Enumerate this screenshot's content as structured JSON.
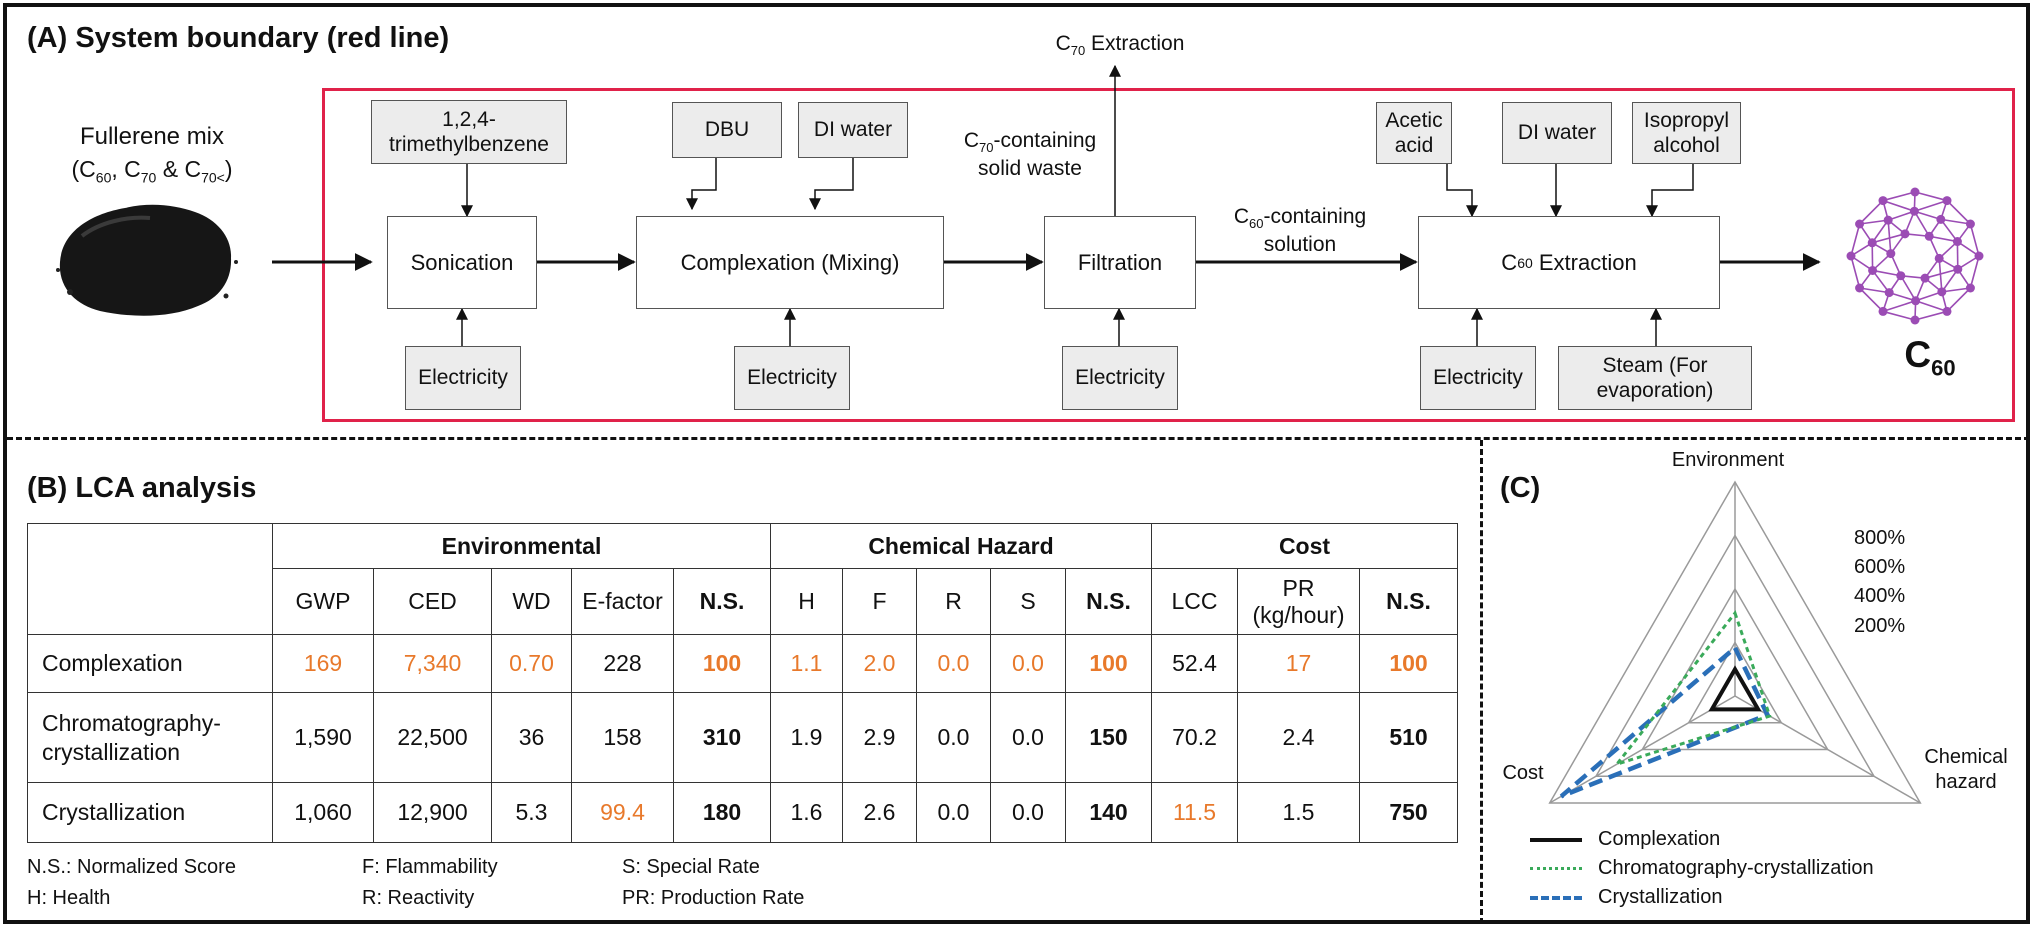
{
  "panel_a": {
    "title": "(A) System boundary (red line)",
    "feed": {
      "name": "Fullerene mix",
      "composition": "(C60, C70 & C70<)"
    },
    "process_steps": [
      "Sonication",
      "Complexation (Mixing)",
      "Filtration",
      "C60 Extraction"
    ],
    "inputs": {
      "sonication": "1,2,4-trimethylbenzene",
      "complexation_1": "DBU",
      "complexation_2": "DI water",
      "extraction_1": "Acetic acid",
      "extraction_2": "DI water",
      "extraction_3": "Isopropyl alcohol",
      "electricity": "Electricity",
      "steam": "Steam (For evaporation)"
    },
    "flows": {
      "c70_extraction": "C70 Extraction",
      "c70_waste": "C70-containing solid waste",
      "c60_solution": "C60-containing solution"
    },
    "product": "C60"
  },
  "panel_b": {
    "title": "(B) LCA analysis",
    "groups": [
      "Environmental",
      "Chemical Hazard",
      "Cost"
    ],
    "columns": [
      "GWP",
      "CED",
      "WD",
      "E-factor",
      "N.S.",
      "H",
      "F",
      "R",
      "S",
      "N.S.",
      "LCC",
      "PR (kg/hour)",
      "N.S."
    ],
    "rows": [
      {
        "name": "Complexation",
        "values": [
          "169",
          "7,340",
          "0.70",
          "228",
          "100",
          "1.1",
          "2.0",
          "0.0",
          "0.0",
          "100",
          "52.4",
          "17",
          "100"
        ],
        "highlight": [
          1,
          1,
          1,
          0,
          1,
          1,
          1,
          1,
          1,
          1,
          0,
          1,
          1
        ]
      },
      {
        "name": "Chromatography-crystallization",
        "values": [
          "1,590",
          "22,500",
          "36",
          "158",
          "310",
          "1.9",
          "2.9",
          "0.0",
          "0.0",
          "150",
          "70.2",
          "2.4",
          "510"
        ],
        "highlight": [
          0,
          0,
          0,
          0,
          0,
          0,
          0,
          0,
          0,
          0,
          0,
          0,
          0
        ]
      },
      {
        "name": "Crystallization",
        "values": [
          "1,060",
          "12,900",
          "5.3",
          "99.4",
          "180",
          "1.6",
          "2.6",
          "0.0",
          "0.0",
          "140",
          "11.5",
          "1.5",
          "750"
        ],
        "highlight": [
          0,
          0,
          0,
          1,
          0,
          0,
          0,
          0,
          0,
          0,
          1,
          0,
          0
        ]
      }
    ],
    "highlight_color": "#e8792b",
    "notes": [
      [
        "N.S.: Normalized Score",
        "F: Flammability",
        "S: Special Rate"
      ],
      [
        "H: Health",
        "R: Reactivity",
        "PR: Production Rate"
      ]
    ]
  },
  "panel_c": {
    "title": "(C)"
  },
  "chart_data": {
    "type": "radar",
    "axes": [
      "Environment",
      "Chemical hazard",
      "Cost"
    ],
    "ring_labels": [
      "200%",
      "400%",
      "600%",
      "800%"
    ],
    "rmax": 800,
    "series": [
      {
        "name": "Complexation",
        "values": [
          100,
          100,
          100
        ],
        "color": "#111111",
        "style": "solid"
      },
      {
        "name": "Chromatography-crystallization",
        "values": [
          310,
          150,
          510
        ],
        "color": "#3aaa5a",
        "style": "dotted"
      },
      {
        "name": "Crystallization",
        "values": [
          180,
          140,
          750
        ],
        "color": "#2a6fb8",
        "style": "dashed"
      }
    ]
  }
}
